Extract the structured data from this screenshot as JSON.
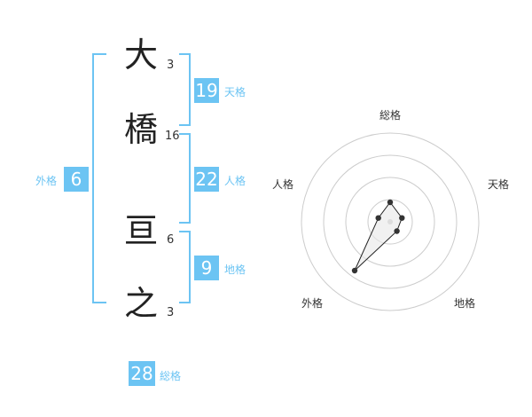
{
  "name": {
    "chars": [
      {
        "char": "大",
        "strokes": "3"
      },
      {
        "char": "橋",
        "strokes": "16"
      },
      {
        "char": "亘",
        "strokes": "6"
      },
      {
        "char": "之",
        "strokes": "3"
      }
    ]
  },
  "kaku": {
    "tenkaku": {
      "value": "19",
      "label": "天格"
    },
    "jinkaku": {
      "value": "22",
      "label": "人格"
    },
    "chikaku": {
      "value": "9",
      "label": "地格"
    },
    "gaikaku": {
      "value": "6",
      "label": "外格"
    },
    "soukaku": {
      "value": "28",
      "label": "総格"
    }
  },
  "radar": {
    "axes": [
      "総格",
      "天格",
      "地格",
      "外格",
      "人格"
    ],
    "values": [
      0.22,
      0.14,
      0.13,
      0.68,
      0.14
    ],
    "rings": 4,
    "colors": {
      "ring": "#cccccc",
      "fill": "#e8e8e8",
      "line": "#222222",
      "point": "#333333"
    }
  }
}
